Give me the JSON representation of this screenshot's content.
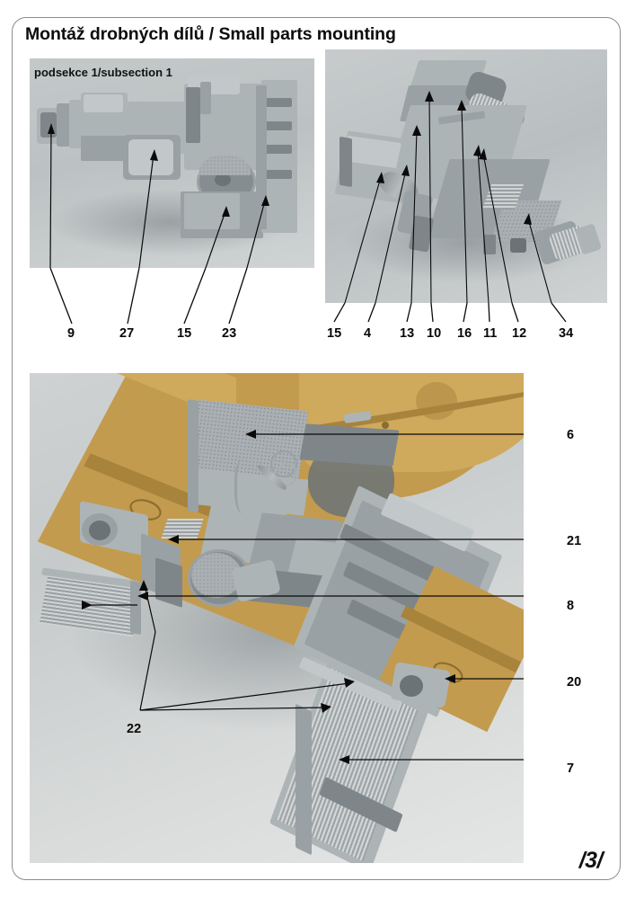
{
  "document": {
    "title": "Montáž drobných dílů / Small parts mounting",
    "page_number": "/3/"
  },
  "photos": {
    "top_left": {
      "subsection_label": "podsekce 1/subsection 1",
      "callouts": [
        "9",
        "27",
        "15",
        "23"
      ]
    },
    "top_right": {
      "callouts": [
        "15",
        "4",
        "13",
        "10",
        "16",
        "11",
        "12",
        "34"
      ]
    },
    "bottom": {
      "callouts_right": [
        "6",
        "21",
        "8",
        "20",
        "7"
      ],
      "callouts_inner": [
        "22"
      ]
    }
  },
  "callouts": {
    "c1": "9",
    "c2": "27",
    "c3": "15",
    "c4": "23",
    "c5": "15",
    "c6": "4",
    "c7": "13",
    "c8": "10",
    "c9": "16",
    "c10": "11",
    "c11": "12",
    "c12": "34",
    "c13": "6",
    "c14": "21",
    "c15": "8",
    "c16": "20",
    "c17": "7",
    "c18": "22"
  },
  "colors": {
    "frame_border": "#8d8d8d",
    "photo_background": "#c3c8c9",
    "model_plastic_gray": "#9aa1a4",
    "photoetch_brass": "#c39b4e",
    "text": "#0d0d0d"
  }
}
